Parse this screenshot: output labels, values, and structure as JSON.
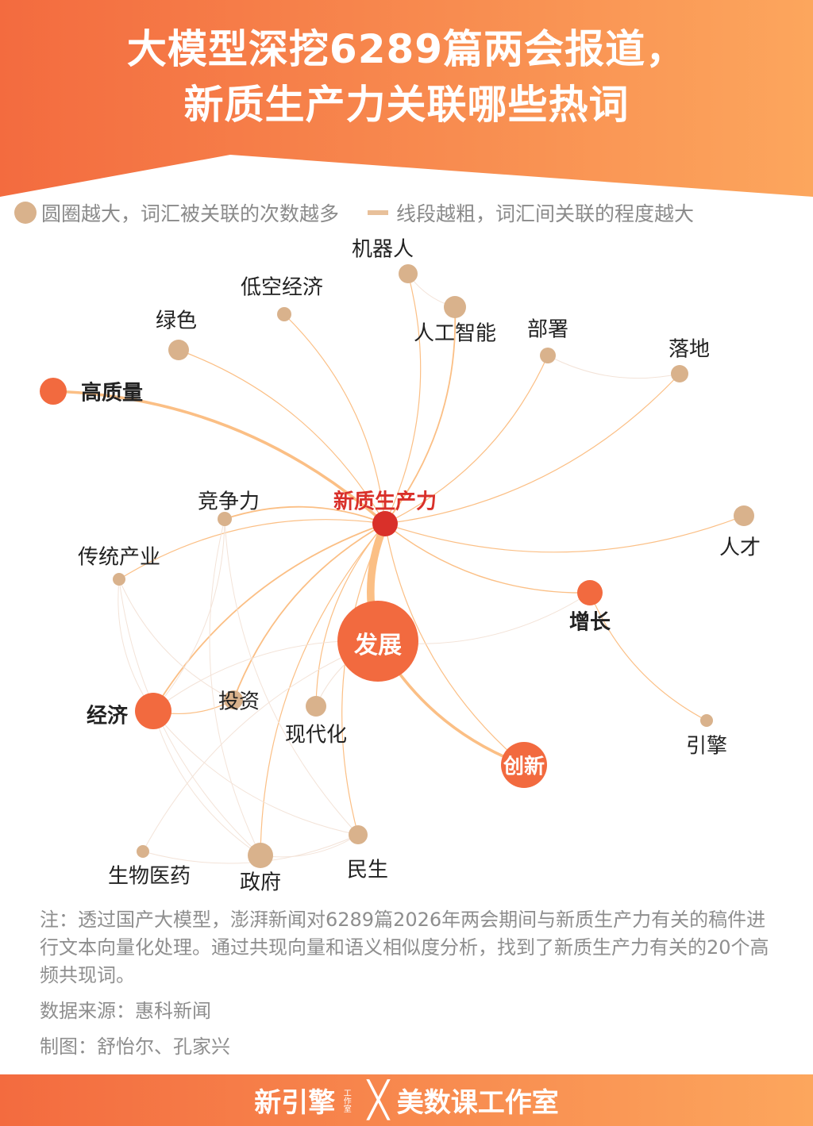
{
  "header": {
    "title_line1": "大模型深挖6289篇两会报道，",
    "title_line2": "新质生产力关联哪些热词"
  },
  "legend": {
    "circle_text": "圆圈越大，词汇被关联的次数越多",
    "line_text": "线段越粗，词汇间关联的程度越大"
  },
  "colors": {
    "center": "#d9302a",
    "hot": "#f26a3f",
    "normal": "#d9b28c",
    "edge": "#fbbf85",
    "edge_faint": "#f3e3d8"
  },
  "network": {
    "nodes": [
      {
        "id": "robot",
        "label": "机器人",
        "level": "normal",
        "size": 2
      },
      {
        "id": "ai",
        "label": "人工智能",
        "level": "normal",
        "size": 3
      },
      {
        "id": "lowalt",
        "label": "低空经济",
        "level": "normal",
        "size": 1
      },
      {
        "id": "green",
        "label": "绿色",
        "level": "normal",
        "size": 2
      },
      {
        "id": "deploy",
        "label": "部署",
        "level": "normal",
        "size": 1
      },
      {
        "id": "land",
        "label": "落地",
        "level": "normal",
        "size": 2
      },
      {
        "id": "quality",
        "label": "高质量",
        "level": "hot",
        "size": 3
      },
      {
        "id": "compete",
        "label": "竞争力",
        "level": "normal",
        "size": 1
      },
      {
        "id": "nqpf",
        "label": "新质生产力",
        "level": "center",
        "size": 3
      },
      {
        "id": "trad",
        "label": "传统产业",
        "level": "normal",
        "size": 1
      },
      {
        "id": "talent",
        "label": "人才",
        "level": "normal",
        "size": 2
      },
      {
        "id": "growth",
        "label": "增长",
        "level": "hot",
        "size": 3
      },
      {
        "id": "dev",
        "label": "发展",
        "level": "hot",
        "size": 10
      },
      {
        "id": "econ",
        "label": "经济",
        "level": "hot",
        "size": 5
      },
      {
        "id": "invest",
        "label": "投资",
        "level": "normal",
        "size": 2
      },
      {
        "id": "modern",
        "label": "现代化",
        "level": "normal",
        "size": 2
      },
      {
        "id": "innov",
        "label": "创新",
        "level": "hot",
        "size": 6
      },
      {
        "id": "engine",
        "label": "引擎",
        "level": "normal",
        "size": 1
      },
      {
        "id": "bio",
        "label": "生物医药",
        "level": "normal",
        "size": 1
      },
      {
        "id": "gov",
        "label": "政府",
        "level": "normal",
        "size": 3
      },
      {
        "id": "live",
        "label": "民生",
        "level": "normal",
        "size": 2
      }
    ],
    "edges": [
      [
        "nqpf",
        "dev",
        8
      ],
      [
        "nqpf",
        "quality",
        3
      ],
      [
        "nqpf",
        "robot",
        1
      ],
      [
        "nqpf",
        "ai",
        1.5
      ],
      [
        "nqpf",
        "lowalt",
        1
      ],
      [
        "nqpf",
        "green",
        1
      ],
      [
        "nqpf",
        "deploy",
        1
      ],
      [
        "nqpf",
        "land",
        1
      ],
      [
        "nqpf",
        "compete",
        1.5
      ],
      [
        "nqpf",
        "trad",
        1
      ],
      [
        "nqpf",
        "talent",
        1
      ],
      [
        "nqpf",
        "growth",
        1.2
      ],
      [
        "nqpf",
        "econ",
        1.5
      ],
      [
        "nqpf",
        "invest",
        1.5
      ],
      [
        "nqpf",
        "modern",
        1
      ],
      [
        "nqpf",
        "innov",
        1
      ],
      [
        "nqpf",
        "gov",
        1
      ],
      [
        "nqpf",
        "live",
        1
      ],
      [
        "dev",
        "innov",
        3
      ],
      [
        "dev",
        "growth",
        0.6
      ],
      [
        "dev",
        "econ",
        0.6
      ],
      [
        "dev",
        "modern",
        0.6
      ],
      [
        "dev",
        "bio",
        0.5
      ],
      [
        "robot",
        "ai",
        0.5
      ],
      [
        "deploy",
        "land",
        0.5
      ],
      [
        "growth",
        "engine",
        1
      ],
      [
        "econ",
        "invest",
        1
      ],
      [
        "econ",
        "gov",
        0.5
      ],
      [
        "econ",
        "live",
        0.5
      ],
      [
        "compete",
        "live",
        0.4
      ],
      [
        "compete",
        "gov",
        0.4
      ],
      [
        "trad",
        "econ",
        0.4
      ],
      [
        "trad",
        "invest",
        0.4
      ],
      [
        "gov",
        "live",
        0.6
      ],
      [
        "bio",
        "live",
        0.4
      ],
      [
        "econ",
        "compete",
        0.4
      ],
      [
        "trad",
        "gov",
        0.3
      ]
    ]
  },
  "notes": {
    "note": "注：透过国产大模型，澎湃新闻对6289篇2026年两会期间与新质生产力有关的稿件进行文本向量化处理。通过共现向量和语义相似度分析，找到了新质生产力有关的20个高频共现词。",
    "source": "数据来源：惠科新闻",
    "author": "制图：舒怡尔、孔家兴"
  },
  "footer": {
    "brand1": "新引擎",
    "brand1_sub": "工作室",
    "cross": "╳",
    "brand2": "美数课工作室"
  }
}
